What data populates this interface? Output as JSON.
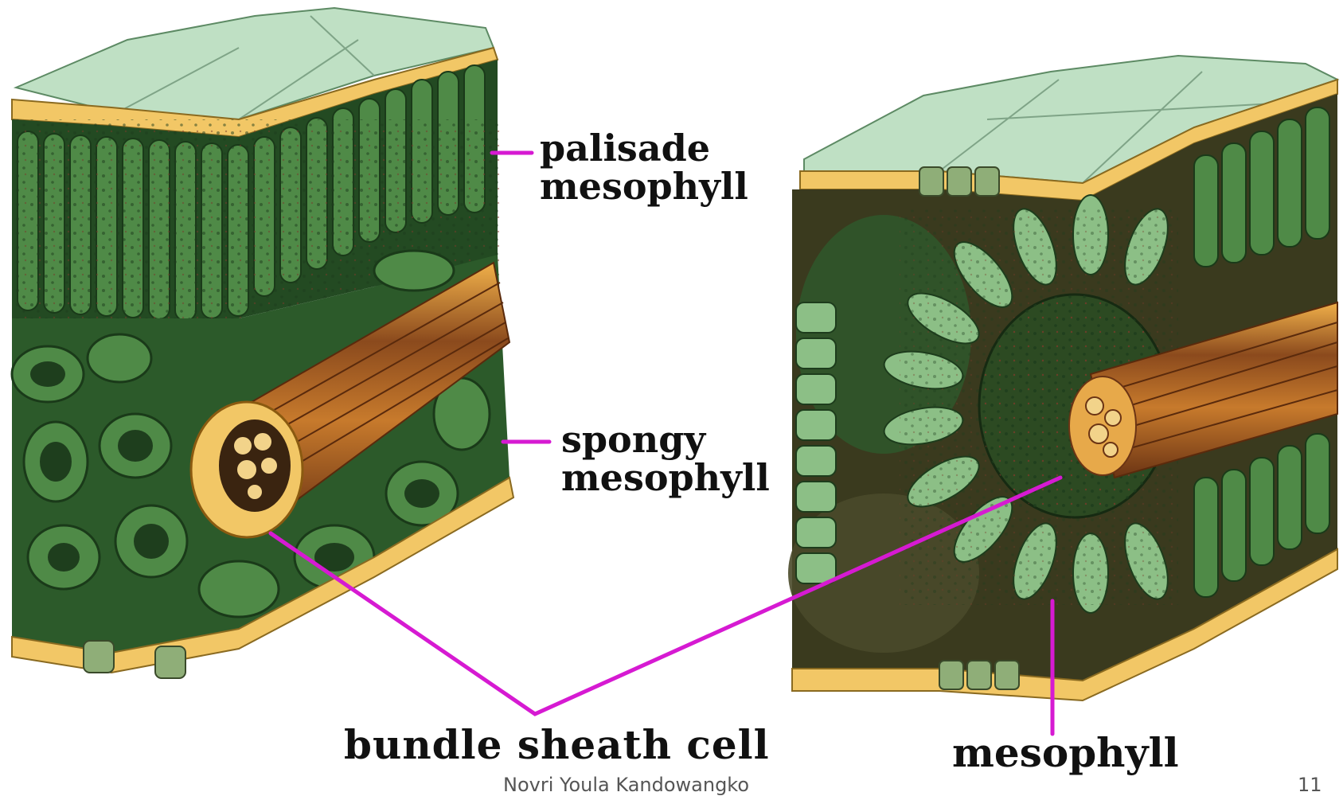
{
  "labels": {
    "palisade_line1": "palisade",
    "palisade_line2": "mesophyll",
    "spongy_line1": "spongy",
    "spongy_line2": "mesophyll",
    "bundle_sheath": "bundle sheath cell",
    "mesophyll": "mesophyll"
  },
  "footer": {
    "author": "Novri Youla Kandowangko",
    "page_number": "11"
  },
  "colors": {
    "pointer_lines": "#d61ad2",
    "epidermis": "#f2c766",
    "leaf_green": "#4f8a47",
    "dark_green": "#234a22",
    "pale_surface": "#bfe0c4",
    "vein_brown": "#8a4a1e"
  }
}
